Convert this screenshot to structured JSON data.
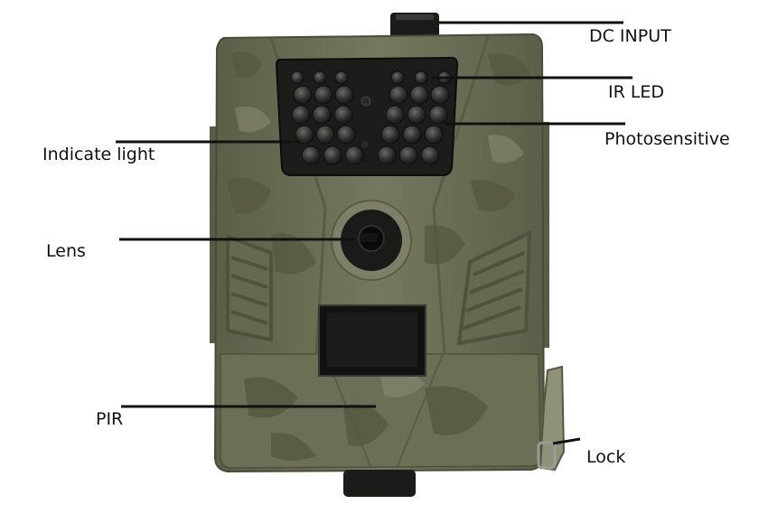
{
  "labels": {
    "dc_input": "DC INPUT",
    "ir_led": "IR LED",
    "photosensitive": "Photosensitive",
    "indicate_light": "Indicate light",
    "lens": "Lens",
    "pir": "PIR",
    "lock": "Lock"
  },
  "colors": {
    "camo_base": "#6f7359",
    "camo_dark": "#55583f",
    "camo_light": "#8a8b72",
    "ir_panel": "#1c1c1a",
    "led": "#3b3b38",
    "leader_line": "#111111"
  }
}
